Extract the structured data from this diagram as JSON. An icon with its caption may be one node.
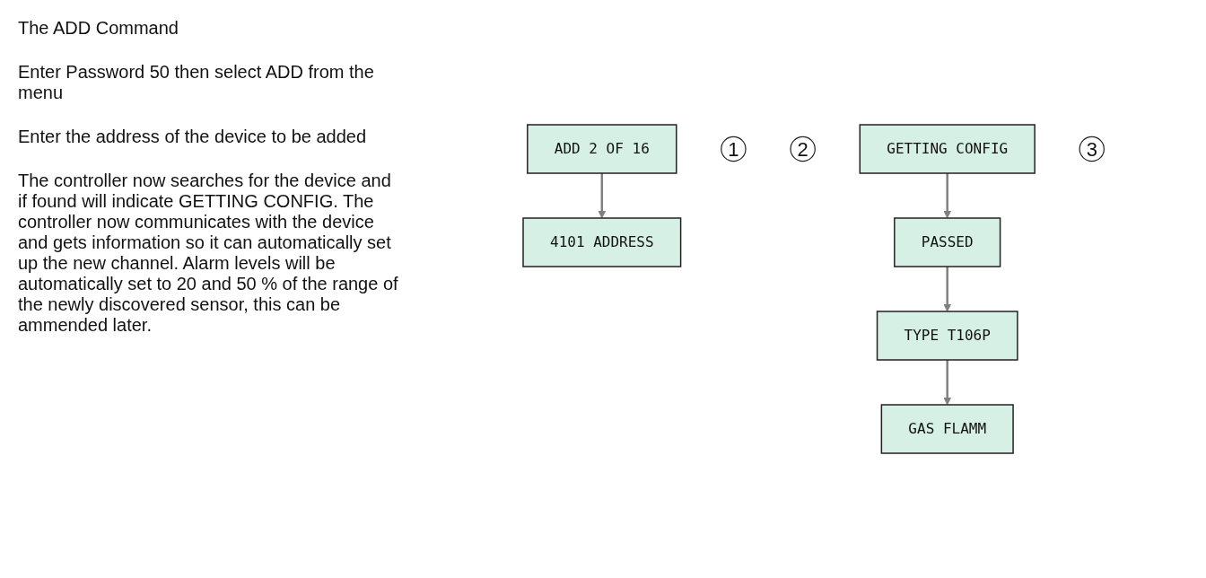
{
  "diagram": {
    "nodes": [
      {
        "text": [
          "ADD 2 OF 16"
        ]
      },
      {
        "text": [
          "1"
        ]
      },
      {
        "text": [
          "4101 ADDRESS"
        ]
      },
      {
        "text": [
          "2"
        ]
      },
      {
        "text": [
          "GETTING CONFIG"
        ]
      },
      {
        "text": [
          "3"
        ]
      },
      {
        "text": [
          "PASSED"
        ]
      },
      {
        "text": [
          "TYPE T106P"
        ]
      },
      {
        "text": [
          "GAS FLAMM"
        ]
      }
    ],
    "edges": [
      {
        "from": 0,
        "to": 2,
        "arrow": "to",
        "color": "#808080"
      },
      {
        "from": 4,
        "to": 6,
        "arrow": "to",
        "color": "#808080"
      },
      {
        "from": 6,
        "to": 7,
        "arrow": "to",
        "color": "#808080"
      },
      {
        "from": 7,
        "to": 8,
        "arrow": "to",
        "color": "#808080"
      }
    ],
    "labels": [
      "The ADD Command",
      "Enter Password 50 then select ADD from the menu",
      "Enter the address of the device to be added",
      "The controller now searches for the device and if found will indicate GETTING CONFIG. The controller now communicates with the device and gets information so it can automatically set up the new channel. Alarm levels will be automatically set to 20 and 50 % of the range of the newly discovered sensor, this can be ammended later."
    ]
  }
}
